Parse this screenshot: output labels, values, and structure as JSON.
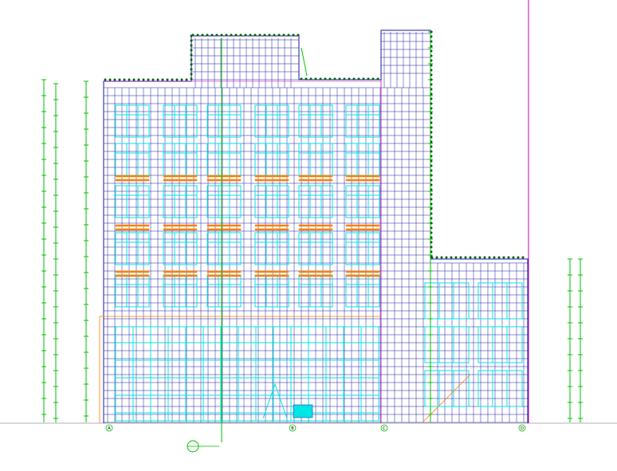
{
  "drawing": {
    "title": "",
    "scale": ""
  },
  "colors": {
    "cyan": "#00e5e5",
    "blue": "#1a1aa6",
    "green": "#00c000",
    "magenta": "#c000c0",
    "orange": "#ff8000",
    "dark": "#202060"
  },
  "axis_labels": [
    "A",
    "B",
    "C",
    "D"
  ]
}
